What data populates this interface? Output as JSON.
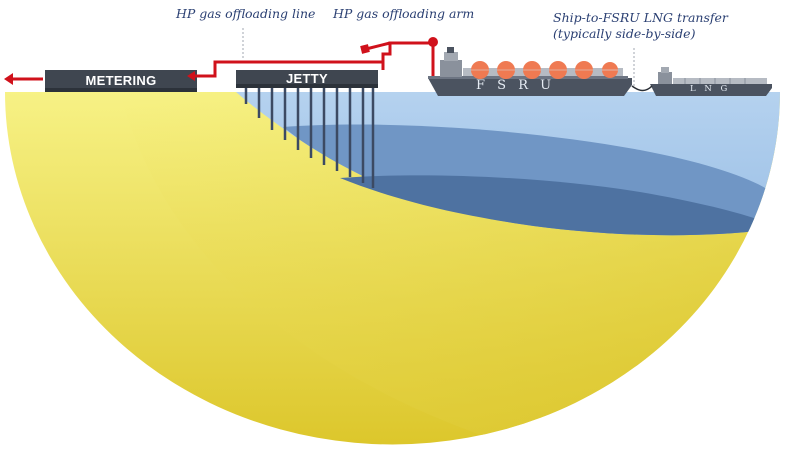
{
  "callouts": {
    "offloading_line": "HP gas offloading line",
    "offloading_arm": "HP gas offloading arm",
    "transfer_line1": "Ship-to-FSRU LNG transfer",
    "transfer_line2": "(typically side-by-side)"
  },
  "blocks": {
    "metering": "METERING",
    "jetty": "JETTY"
  },
  "vessels": {
    "fsru_hull": "F S R U",
    "lng_hull": "L N G"
  },
  "colors": {
    "ground_light": "#f4ef72",
    "ground_dark": "#e2cf2c",
    "sea_surface": "#a8c9ea",
    "sea_mid": "#6d93c2",
    "sea_deep": "#4f73a2",
    "pipe": "#d0111b",
    "block": "#3f4650",
    "vessel_hull": "#4b5360",
    "tank": "#ef7a52",
    "label_text": "#2a3f72"
  }
}
